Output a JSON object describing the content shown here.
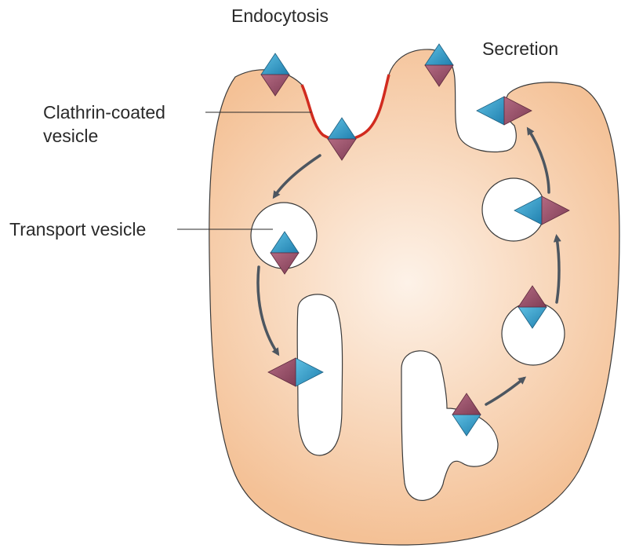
{
  "labels": {
    "endocytosis": "Endocytosis",
    "secretion": "Secretion",
    "clathrin_line1": "Clathrin-coated",
    "clathrin_line2": "vesicle",
    "transport": "Transport vesicle"
  },
  "colors": {
    "cell_center": "#fdf2e8",
    "cell_edge": "#f4c196",
    "cell_outline": "#3a3a3a",
    "clathrin_coat": "#d12b1f",
    "receptor_blue": "#2f97c3",
    "receptor_purple": "#9a5068",
    "arrow": "#4d5660"
  }
}
